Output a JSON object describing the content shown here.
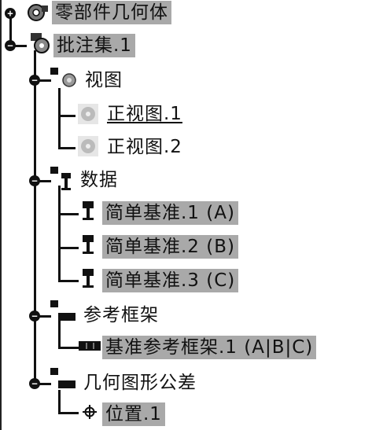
{
  "tree": {
    "root_label": "零部件几何体",
    "annotation_set_label": "批注集.1",
    "views": {
      "label": "视图",
      "items": [
        "正视图.1",
        "正视图.2"
      ]
    },
    "datums": {
      "label": "数据",
      "items": [
        "简单基准.1 (A)",
        "简单基准.2 (B)",
        "简单基准.3 (C)"
      ]
    },
    "reference_frames": {
      "label": "参考框架",
      "items": [
        "基准参考框架.1 (A|B|C)"
      ]
    },
    "gdt": {
      "label": "几何图形公差",
      "items": [
        "位置.1"
      ]
    }
  },
  "colors": {
    "selection_bg": "#a9a9a9",
    "line": "#111111"
  }
}
